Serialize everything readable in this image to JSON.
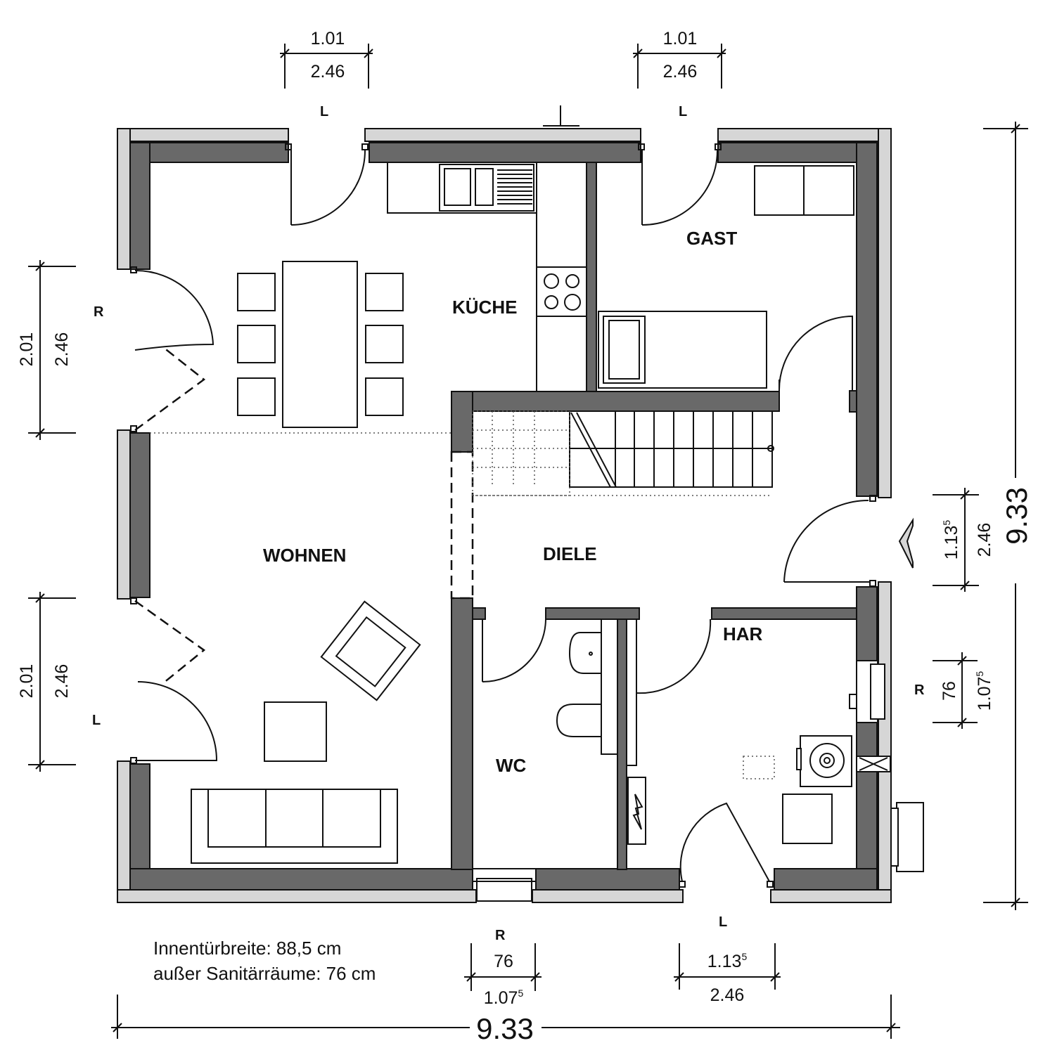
{
  "rooms": {
    "kueche": "KÜCHE",
    "gast": "GAST",
    "wohnen": "WOHNEN",
    "diele": "DIELE",
    "har": "HAR",
    "wc": "WC"
  },
  "dimensions": {
    "top_left_upper": "1.01",
    "top_left_lower": "2.46",
    "top_right_upper": "1.01",
    "top_right_lower": "2.46",
    "left_top_outer": "2.01",
    "left_top_inner": "2.46",
    "left_bottom_outer": "2.01",
    "left_bottom_inner": "2.46",
    "right_entry_a": "1.13",
    "right_entry_a_sup": "5",
    "right_entry_b": "2.46",
    "right_small_a": "76",
    "right_small_b": "1.07",
    "right_small_b_sup": "5",
    "bottom_mid_upper": "76",
    "bottom_mid_lower": "1.07",
    "bottom_mid_lower_sup": "5",
    "bottom_right_upper": "1.13",
    "bottom_right_upper_sup": "5",
    "bottom_right_lower": "2.46",
    "total_width": "9.33",
    "total_height": "9.33"
  },
  "markers": {
    "top_left_door": "L",
    "top_right_door": "L",
    "left_top_window": "R",
    "left_bottom_window": "L",
    "right_small_window": "R",
    "bottom_mid_window": "R",
    "bottom_right_door": "L"
  },
  "notes": {
    "line1": "Innentürbreite: 88,5 cm",
    "line2": "außer Sanitärräume: 76 cm"
  }
}
